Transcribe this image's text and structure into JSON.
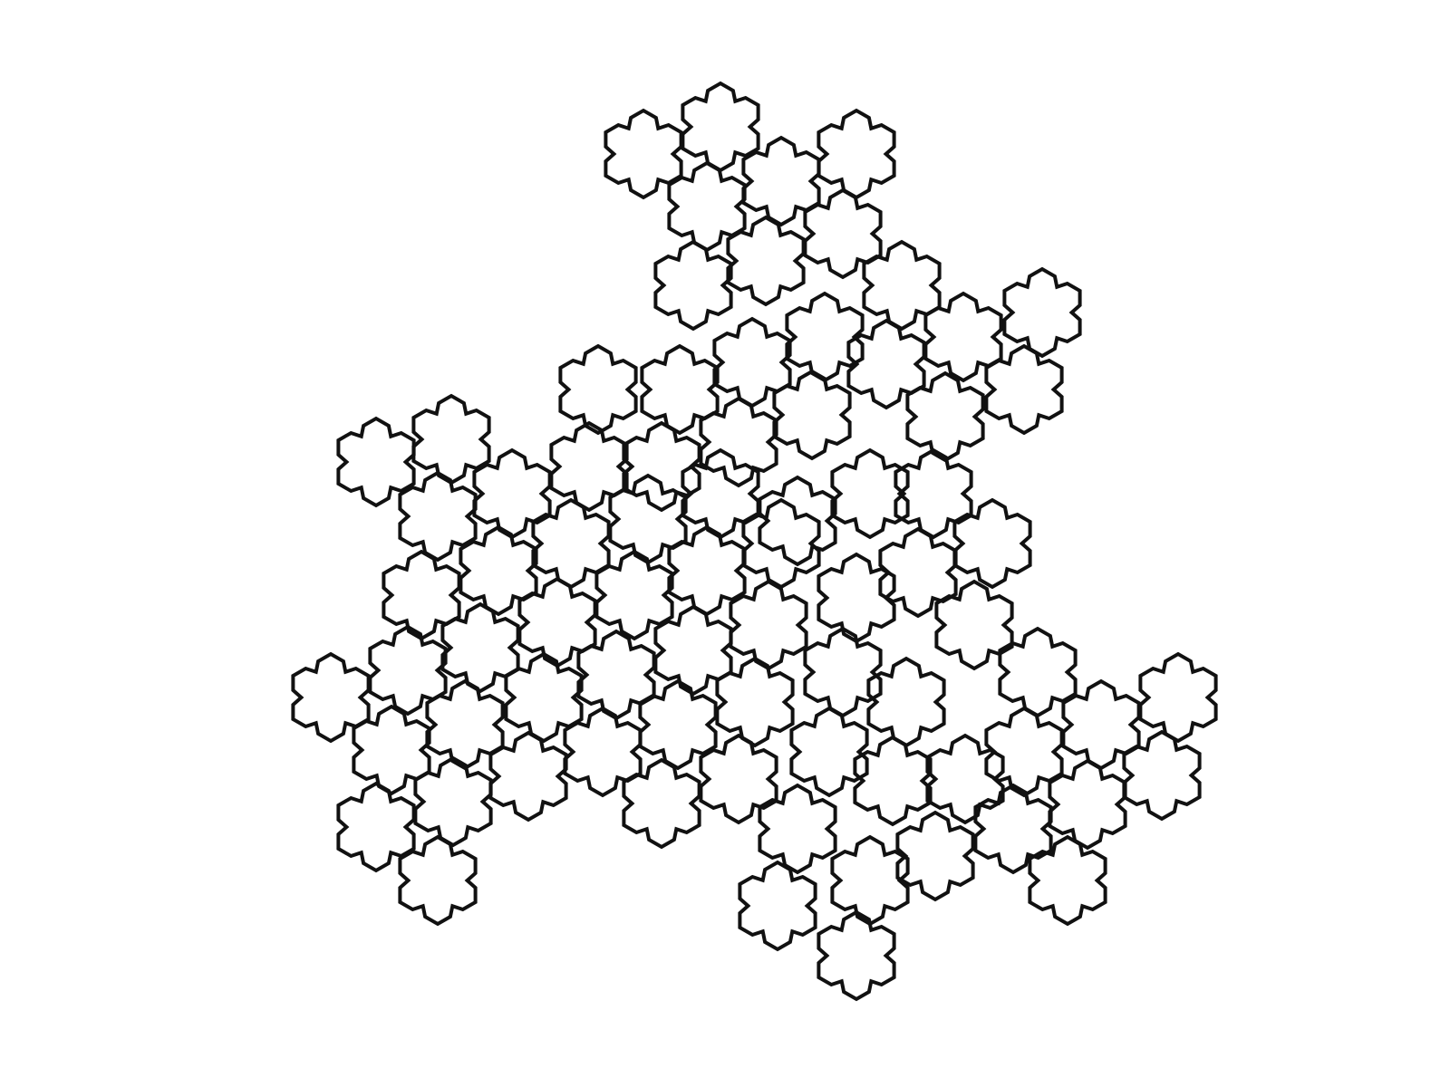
{
  "figure": {
    "description_type": "fractal hexagonal tiling outline",
    "stroke_color": "#111111",
    "background_color": "#ffffff",
    "tile_shape": "koch-hexagon",
    "tile_count": 88
  }
}
